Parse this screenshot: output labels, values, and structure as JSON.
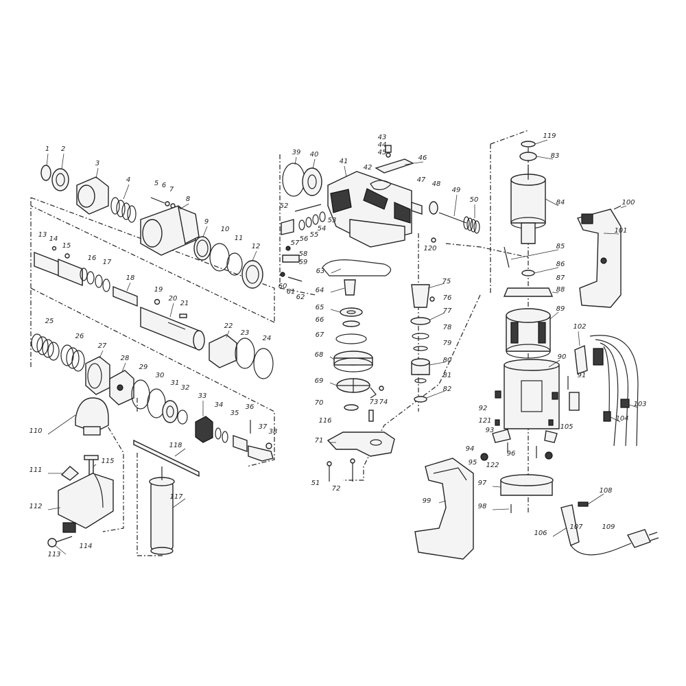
{
  "labels": [
    [
      "1",
      69,
      220
    ],
    [
      "2",
      92,
      220
    ],
    [
      "3",
      142,
      241
    ],
    [
      "4",
      187,
      265
    ],
    [
      "5",
      228,
      270
    ],
    [
      "6",
      239,
      273
    ],
    [
      "7",
      250,
      279
    ],
    [
      "8",
      274,
      293
    ],
    [
      "9",
      301,
      326
    ],
    [
      "10",
      328,
      337
    ],
    [
      "11",
      348,
      350
    ],
    [
      "12",
      373,
      362
    ],
    [
      "13",
      62,
      345
    ],
    [
      "14",
      78,
      351
    ],
    [
      "15",
      97,
      361
    ],
    [
      "16",
      134,
      379
    ],
    [
      "17",
      156,
      385
    ],
    [
      "18",
      190,
      408
    ],
    [
      "19",
      231,
      425
    ],
    [
      "20",
      252,
      438
    ],
    [
      "21",
      269,
      445
    ],
    [
      "22",
      333,
      478
    ],
    [
      "23",
      357,
      488
    ],
    [
      "24",
      389,
      496
    ],
    [
      "25",
      72,
      471
    ],
    [
      "26",
      116,
      493
    ],
    [
      "27",
      149,
      507
    ],
    [
      "28",
      182,
      525
    ],
    [
      "29",
      209,
      538
    ],
    [
      "30",
      233,
      550
    ],
    [
      "31",
      255,
      561
    ],
    [
      "32",
      270,
      568
    ],
    [
      "33",
      295,
      580
    ],
    [
      "34",
      319,
      593
    ],
    [
      "35",
      342,
      605
    ],
    [
      "36",
      364,
      596
    ],
    [
      "37",
      383,
      625
    ],
    [
      "38",
      398,
      632
    ],
    [
      "39",
      432,
      225
    ],
    [
      "40",
      458,
      228
    ],
    [
      "41",
      501,
      238
    ],
    [
      "42",
      536,
      247
    ],
    [
      "43",
      557,
      203
    ],
    [
      "44",
      557,
      214
    ],
    [
      "45",
      557,
      225
    ],
    [
      "46",
      616,
      233
    ],
    [
      "47",
      614,
      265
    ],
    [
      "48",
      636,
      271
    ],
    [
      "49",
      665,
      280
    ],
    [
      "50",
      691,
      294
    ],
    [
      "51",
      460,
      707
    ],
    [
      "52",
      414,
      303
    ],
    [
      "53",
      484,
      324
    ],
    [
      "54",
      469,
      336
    ],
    [
      "55",
      458,
      345
    ],
    [
      "56",
      443,
      351
    ],
    [
      "57",
      430,
      357
    ],
    [
      "58",
      442,
      373
    ],
    [
      "59",
      442,
      385
    ],
    [
      "60",
      412,
      420
    ],
    [
      "61",
      424,
      428
    ],
    [
      "62",
      438,
      436
    ],
    [
      "63",
      467,
      398
    ],
    [
      "64",
      466,
      426
    ],
    [
      "65",
      466,
      451
    ],
    [
      "66",
      466,
      469
    ],
    [
      "67",
      466,
      491
    ],
    [
      "68",
      465,
      520
    ],
    [
      "69",
      465,
      558
    ],
    [
      "70",
      465,
      590
    ],
    [
      "71",
      465,
      645
    ],
    [
      "72",
      490,
      715
    ],
    [
      "73",
      545,
      589
    ],
    [
      "74",
      559,
      589
    ],
    [
      "75",
      651,
      413
    ],
    [
      "76",
      652,
      437
    ],
    [
      "77",
      652,
      456
    ],
    [
      "78",
      652,
      480
    ],
    [
      "79",
      652,
      503
    ],
    [
      "80",
      652,
      528
    ],
    [
      "81",
      652,
      550
    ],
    [
      "82",
      652,
      570
    ],
    [
      "83",
      809,
      230
    ],
    [
      "84",
      817,
      298
    ],
    [
      "85",
      817,
      362
    ],
    [
      "86",
      817,
      388
    ],
    [
      "87",
      817,
      408
    ],
    [
      "88",
      817,
      425
    ],
    [
      "89",
      817,
      453
    ],
    [
      "90",
      819,
      523
    ],
    [
      "91",
      848,
      550
    ],
    [
      "92",
      704,
      598
    ],
    [
      "93",
      714,
      630
    ],
    [
      "94",
      685,
      657
    ],
    [
      "95",
      689,
      677
    ],
    [
      "96",
      745,
      664
    ],
    [
      "97",
      703,
      707
    ],
    [
      "98",
      703,
      741
    ],
    [
      "99",
      622,
      733
    ],
    [
      "100",
      916,
      298
    ],
    [
      "101",
      905,
      339
    ],
    [
      "102",
      845,
      479
    ],
    [
      "103",
      933,
      592
    ],
    [
      "104",
      907,
      613
    ],
    [
      "105",
      826,
      625
    ],
    [
      "106",
      788,
      780
    ],
    [
      "107",
      840,
      771
    ],
    [
      "108",
      883,
      718
    ],
    [
      "109",
      887,
      771
    ],
    [
      "110",
      52,
      631
    ],
    [
      "111",
      52,
      688
    ],
    [
      "112",
      52,
      741
    ],
    [
      "113",
      79,
      811
    ],
    [
      "114",
      125,
      799
    ],
    [
      "115",
      157,
      675
    ],
    [
      "116",
      474,
      616
    ],
    [
      "117",
      257,
      727
    ],
    [
      "118",
      256,
      652
    ],
    [
      "119",
      801,
      201
    ],
    [
      "120",
      627,
      365
    ],
    [
      "121",
      707,
      616
    ],
    [
      "122",
      718,
      681
    ]
  ]
}
